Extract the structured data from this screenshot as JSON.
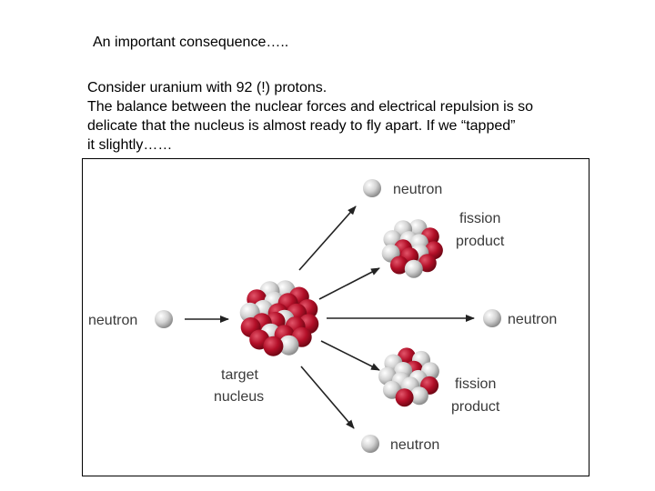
{
  "slide": {
    "heading": "An important consequence…..",
    "body_lines": [
      "Consider uranium with 92 (!) protons.",
      "The balance between the nuclear forces and electrical repulsion is so",
      "delicate that  the nucleus is almost ready to fly apart. If we “tapped”",
      "it slightly……"
    ]
  },
  "figure": {
    "labels": {
      "incoming_neutron": "neutron",
      "target_line1": "target",
      "target_line2": "nucleus",
      "neutron_top": "neutron",
      "neutron_middle": "neutron",
      "neutron_bottom": "neutron",
      "fission_top_line1": "fission",
      "fission_top_line2": "product",
      "fission_bottom_line1": "fission",
      "fission_bottom_line2": "product"
    },
    "colors": {
      "proton": "#b8102a",
      "neutron": "#d6d6d6",
      "arrow": "#222222"
    }
  }
}
